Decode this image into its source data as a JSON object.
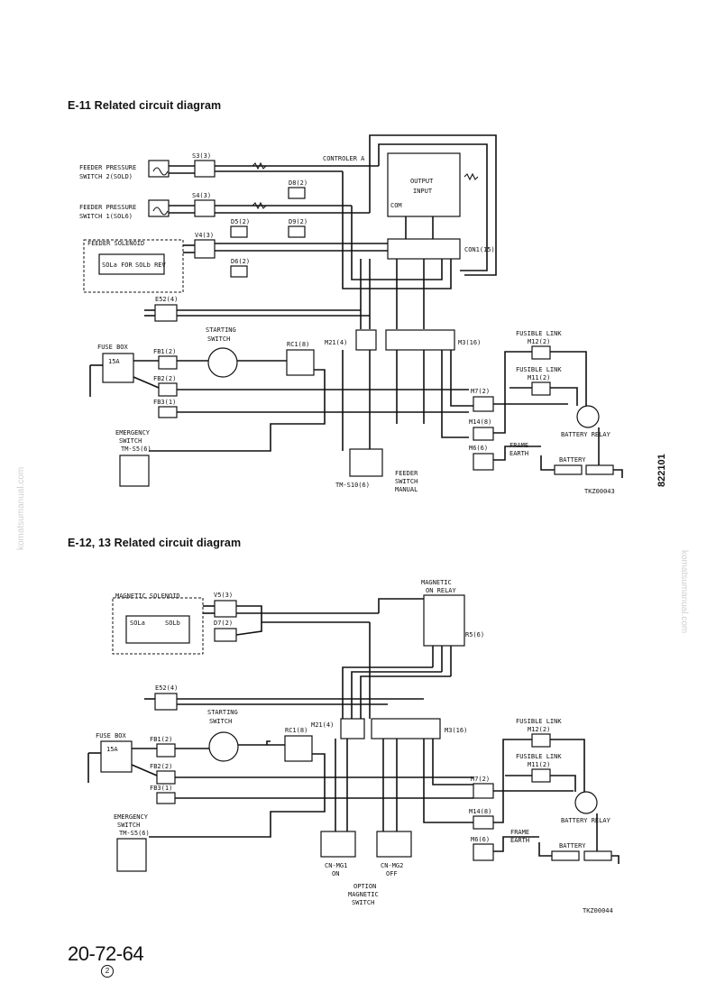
{
  "headings": {
    "e11": "E-11 Related circuit diagram",
    "e1213": "E-12, 13 Related circuit diagram"
  },
  "diagram1": {
    "feeder_pressure_2": [
      "FEEDER PRESSURE",
      "SWITCH 2(SOLD)"
    ],
    "feeder_pressure_1": [
      "FEEDER PRESSURE",
      "SWITCH 1(SOL6)"
    ],
    "feeder_solenoid": "FEEDER SOLENOID",
    "sol_a": "SOLa FOR",
    "sol_b": "SOLb REV",
    "s3": "S3(3)",
    "s4": "S4(3)",
    "v4": "V4(3)",
    "d8": "D8(2)",
    "d5": "D5(2)",
    "d9": "D9(2)",
    "d6": "D6(2)",
    "controller": "CONTROLER A",
    "output": "OUTPUT",
    "input": "INPUT",
    "com": "COM",
    "con1": "CON1(15)",
    "e52": "E52(4)",
    "starting_switch": [
      "STARTING",
      "SWITCH"
    ],
    "fuse_box": "FUSE BOX",
    "fuse_15a": "15A",
    "fb1": "FB1(2)",
    "fb2": "FB2(2)",
    "fb3": "FB3(1)",
    "rc1": "RC1(8)",
    "m21": "M21(4)",
    "m3": "M3(16)",
    "fusible_link_1": "FUSIBLE LINK",
    "m12": "M12(2)",
    "fusible_link_2": "FUSIBLE LINK",
    "m11": "M11(2)",
    "m7": "M7(2)",
    "m14": "M14(8)",
    "m6": "M6(6)",
    "frame_earth": [
      "FRAME",
      "EARTH"
    ],
    "battery_relay": "BATTERY RELAY",
    "battery": "BATTERY",
    "emergency_switch": [
      "EMERGENCY",
      "SWITCH",
      "TM-S5(6)"
    ],
    "tm_s10": "TM-S10(6)",
    "feeder_switch": [
      "FEEDER",
      "SWITCH",
      "MANUAL"
    ],
    "code": "TKZ00043"
  },
  "diagram2": {
    "magnetic_solenoid": "MAGNETIC SOLENOID",
    "sol_a": "SOLa",
    "sol_b": "SOLb",
    "v5": "V5(3)",
    "d7": "D7(2)",
    "magnetic_on_relay": [
      "MAGNETIC",
      "ON RELAY"
    ],
    "r5": "R5(6)",
    "e52": "E52(4)",
    "starting_switch": [
      "STARTING",
      "SWITCH"
    ],
    "fuse_box": "FUSE BOX",
    "fuse_15a": "15A",
    "fb1": "FB1(2)",
    "fb2": "FB2(2)",
    "fb3": "FB3(1)",
    "rc1": "RC1(8)",
    "m21": "M21(4)",
    "m3": "M3(16)",
    "fusible_link_1": "FUSIBLE LINK",
    "m12": "M12(2)",
    "fusible_link_2": "FUSIBLE LINK",
    "m11": "M11(2)",
    "m7": "M7(2)",
    "m14": "M14(8)",
    "m6": "M6(6)",
    "frame_earth": [
      "FRAME",
      "EARTH"
    ],
    "battery_relay": "BATTERY RELAY",
    "battery": "BATTERY",
    "emergency_switch": [
      "EMERGENCY",
      "SWITCH",
      "TM-S5(6)"
    ],
    "cn_mg1": [
      "CN-MG1",
      "ON"
    ],
    "cn_mg2": [
      "CN-MG2",
      "OFF"
    ],
    "option": [
      "OPTION",
      "MAGNETIC",
      "SWITCH"
    ],
    "code": "TKZ00044"
  },
  "footer": {
    "page_number": "20-72-64",
    "revision": "2",
    "side_code": "822101"
  },
  "watermark": "komatsumanual.com"
}
